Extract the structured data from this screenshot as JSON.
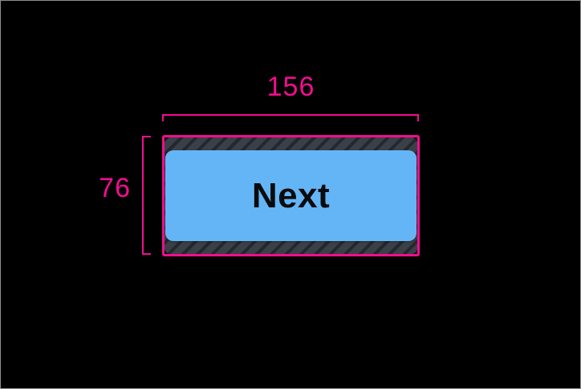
{
  "colors": {
    "background": "#000000",
    "frame-border": "#8E8E8E",
    "annotation-pink": "#F20D8F",
    "button-fill": "#64B5F6",
    "button-text": "#0B0B0D",
    "hatch-base": "#3A4047",
    "hatch-stripe": "#24272D"
  },
  "measurements": {
    "width_label": "156",
    "height_label": "76"
  },
  "button": {
    "label": "Next"
  }
}
